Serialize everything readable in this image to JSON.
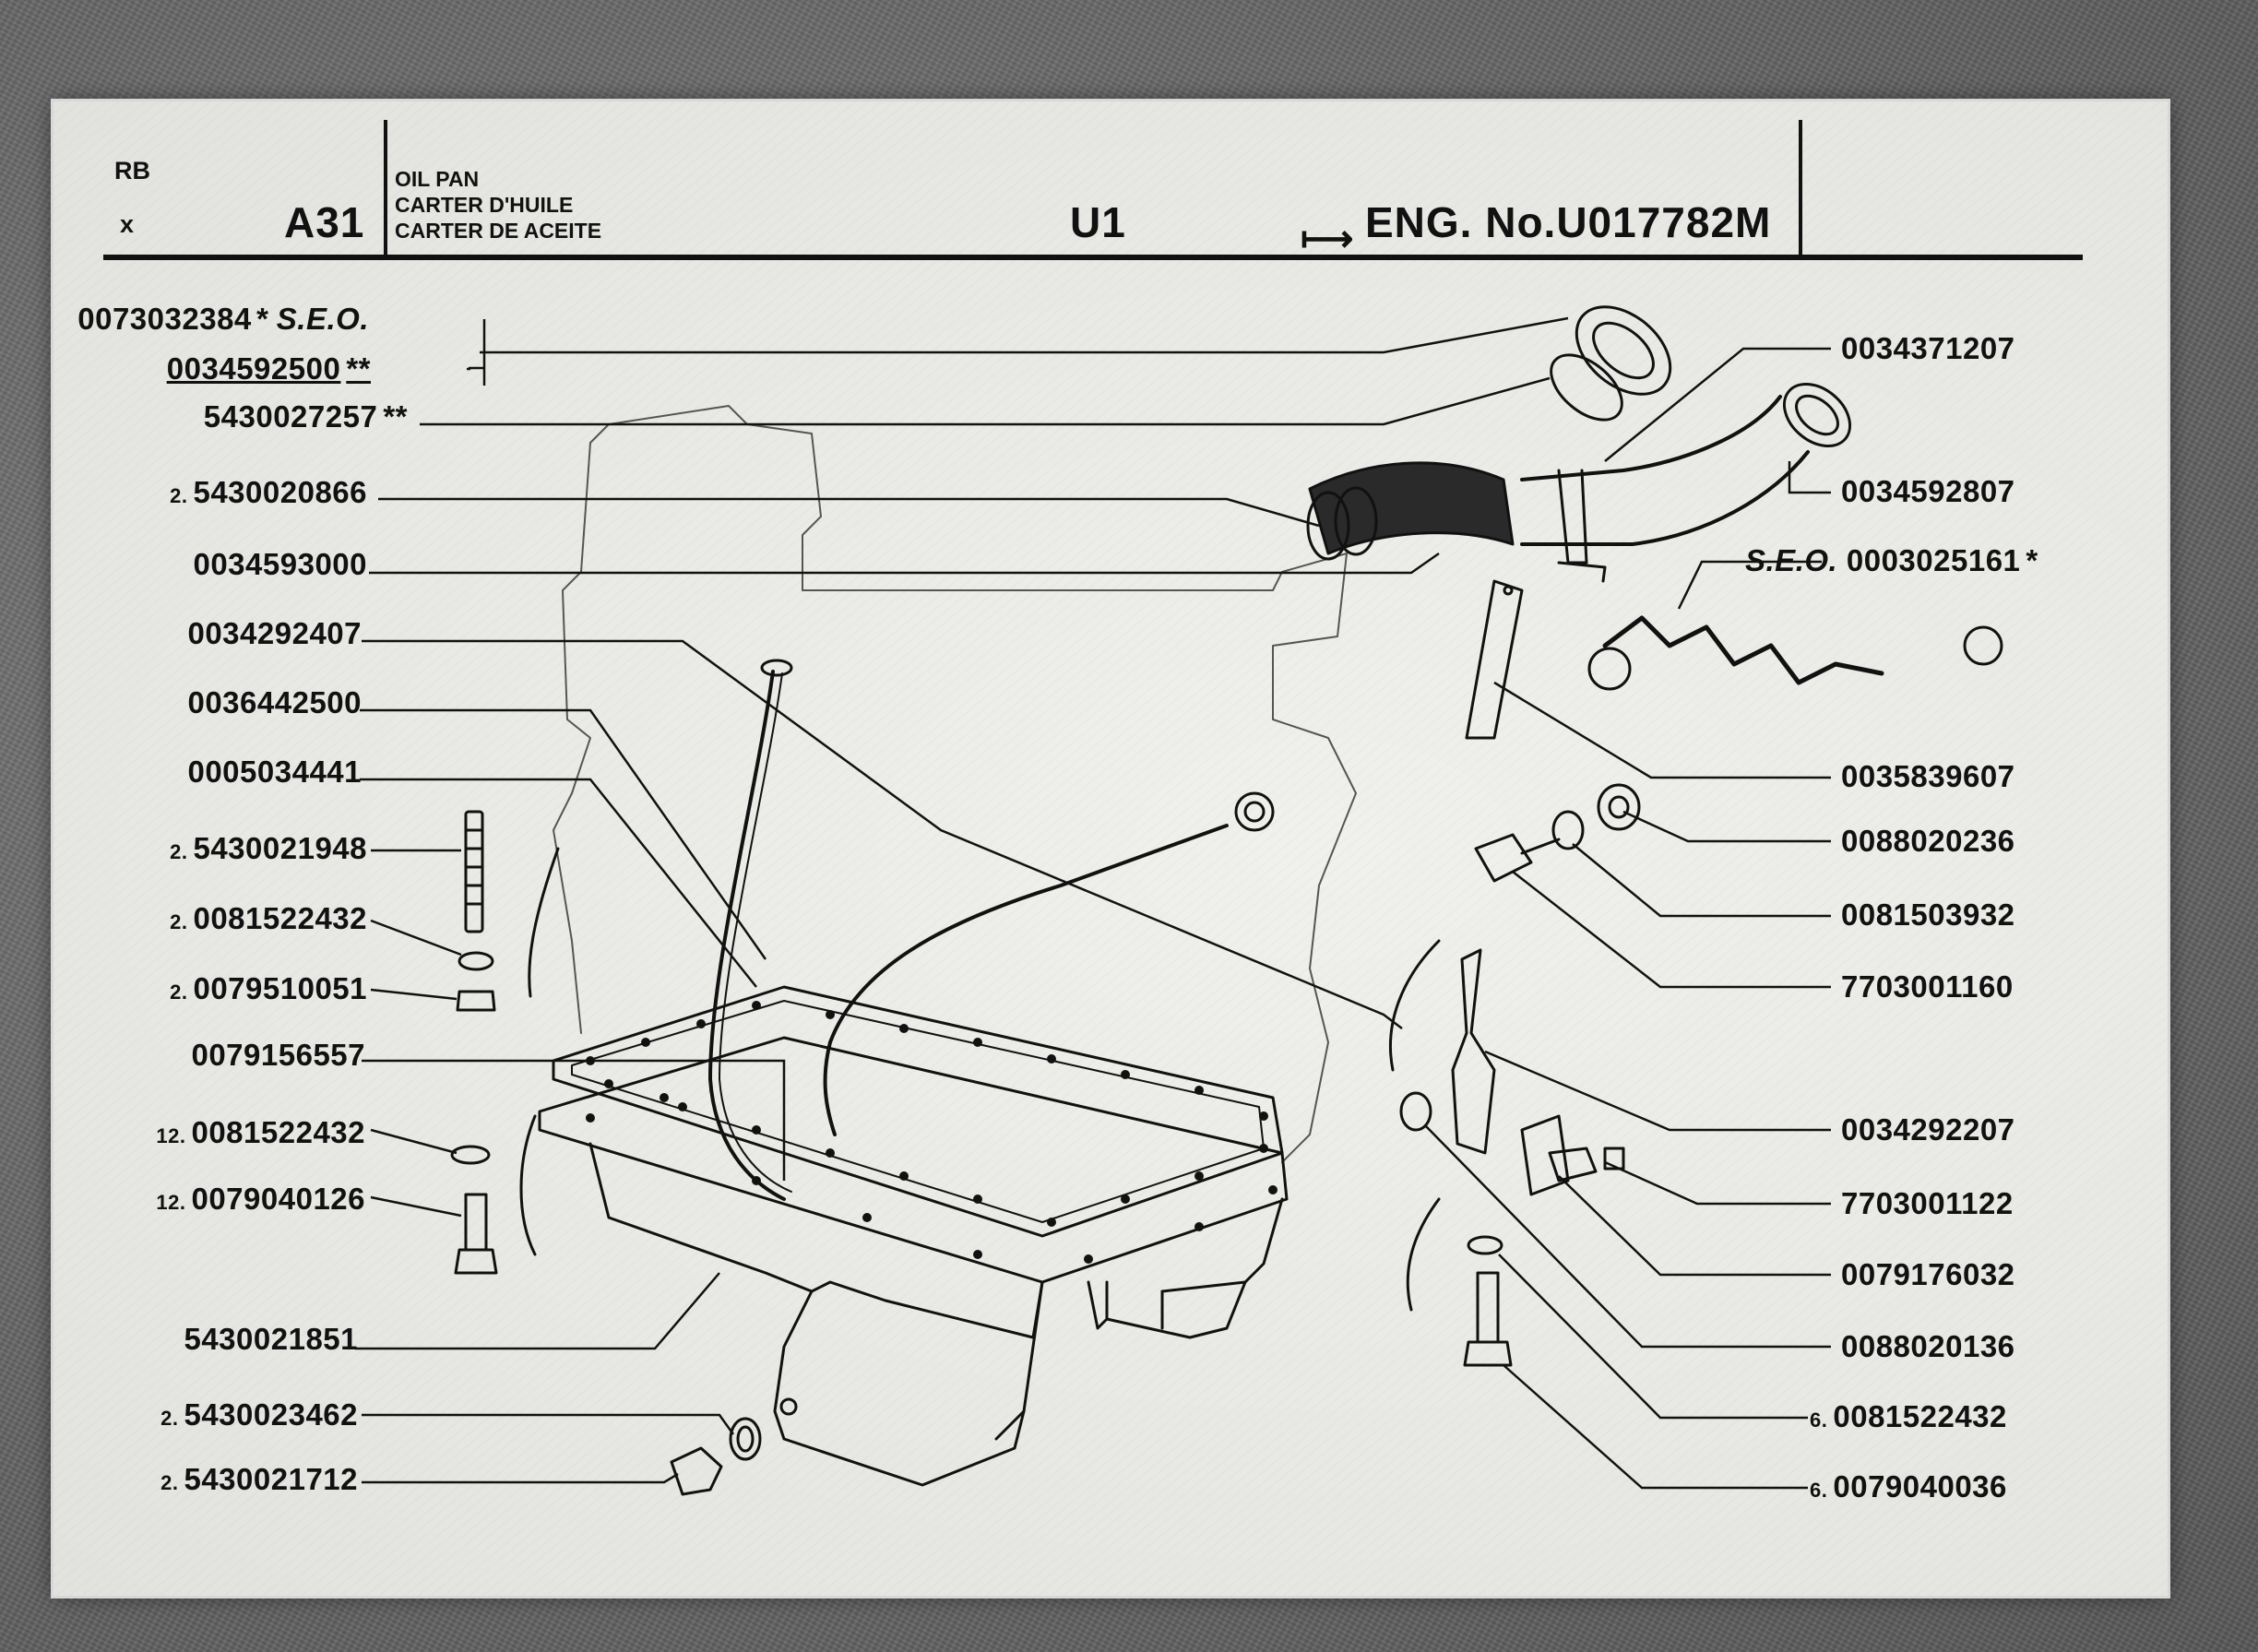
{
  "header": {
    "code_rb": "RB",
    "code_x": "x",
    "group": "A31",
    "title_en": "OIL PAN",
    "title_fr": "CARTER D'HUILE",
    "title_es": "CARTER DE ACEITE",
    "model": "U1",
    "engine_note": "ENG. No.U017782M"
  },
  "parts_left": [
    {
      "qty": "",
      "number": "0073032384",
      "mark": "* S.E.O."
    },
    {
      "qty": "",
      "number": "0034592500",
      "mark": "**"
    },
    {
      "qty": "",
      "number": "5430027257",
      "mark": "**"
    },
    {
      "qty": "2.",
      "number": "5430020866",
      "mark": ""
    },
    {
      "qty": "",
      "number": "0034593000",
      "mark": ""
    },
    {
      "qty": "",
      "number": "0034292407",
      "mark": ""
    },
    {
      "qty": "",
      "number": "0036442500",
      "mark": ""
    },
    {
      "qty": "",
      "number": "0005034441",
      "mark": ""
    },
    {
      "qty": "2.",
      "number": "5430021948",
      "mark": ""
    },
    {
      "qty": "2.",
      "number": "0081522432",
      "mark": ""
    },
    {
      "qty": "2.",
      "number": "0079510051",
      "mark": ""
    },
    {
      "qty": "",
      "number": "0079156557",
      "mark": ""
    },
    {
      "qty": "12.",
      "number": "0081522432",
      "mark": ""
    },
    {
      "qty": "12.",
      "number": "0079040126",
      "mark": ""
    },
    {
      "qty": "",
      "number": "5430021851",
      "mark": ""
    },
    {
      "qty": "2.",
      "number": "5430023462",
      "mark": ""
    },
    {
      "qty": "2.",
      "number": "5430021712",
      "mark": ""
    }
  ],
  "parts_right": [
    {
      "qty": "",
      "number": "0034371207",
      "prefix": "",
      "mark": ""
    },
    {
      "qty": "",
      "number": "0034592807",
      "prefix": "",
      "mark": ""
    },
    {
      "qty": "",
      "number": "0003025161",
      "prefix": "S.E.O.",
      "mark": "*"
    },
    {
      "qty": "",
      "number": "0035839607",
      "prefix": "",
      "mark": ""
    },
    {
      "qty": "",
      "number": "0088020236",
      "prefix": "",
      "mark": ""
    },
    {
      "qty": "",
      "number": "0081503932",
      "prefix": "",
      "mark": ""
    },
    {
      "qty": "",
      "number": "7703001160",
      "prefix": "",
      "mark": ""
    },
    {
      "qty": "",
      "number": "0034292207",
      "prefix": "",
      "mark": ""
    },
    {
      "qty": "",
      "number": "7703001122",
      "prefix": "",
      "mark": ""
    },
    {
      "qty": "",
      "number": "0079176032",
      "prefix": "",
      "mark": ""
    },
    {
      "qty": "",
      "number": "0088020136",
      "prefix": "",
      "mark": ""
    },
    {
      "qty": "6.",
      "number": "0081522432",
      "prefix": "",
      "mark": ""
    },
    {
      "qty": "6.",
      "number": "0079040036",
      "prefix": "",
      "mark": ""
    }
  ]
}
